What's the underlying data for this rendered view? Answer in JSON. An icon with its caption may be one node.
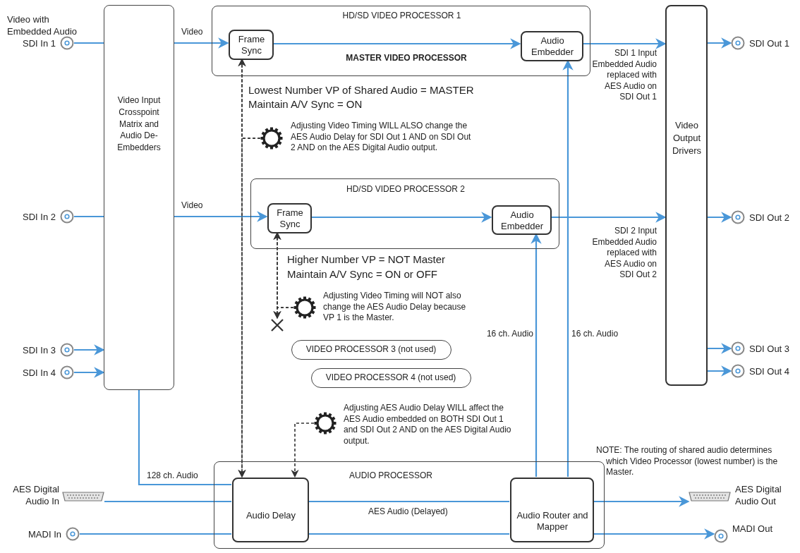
{
  "diagram": {
    "nodes": [
      {
        "text": [
          "SDI In 1"
        ]
      },
      {
        "text": [
          "SDI In 2"
        ]
      },
      {
        "text": [
          "SDI In 3"
        ]
      },
      {
        "text": [
          "SDI In 4"
        ]
      },
      {
        "text": [
          "Video Input Crosspoint Matrix and Audio De-Embedders"
        ]
      },
      {
        "text": [
          "HD/SD VIDEO PROCESSOR 1",
          "MASTER VIDEO PROCESSOR"
        ]
      },
      {
        "text": [
          "Frame Sync"
        ],
        "in": 5
      },
      {
        "text": [
          "Audio Embedder"
        ],
        "in": 5
      },
      {
        "text": [
          "HD/SD VIDEO PROCESSOR 2"
        ]
      },
      {
        "text": [
          "Frame Sync"
        ],
        "in": 8
      },
      {
        "text": [
          "Audio Embedder"
        ],
        "in": 8
      },
      {
        "text": [
          "VIDEO PROCESSOR 3 (not used)"
        ]
      },
      {
        "text": [
          "VIDEO PROCESSOR 4 (not used)"
        ]
      },
      {
        "text": [],
        "shape": "circle",
        "beside": [
          "Adjusting Video Timing WILL ALSO change the AES Audio Delay for SDI Out 1 AND on SDI Out 2 AND on the AES Digital Audio output."
        ]
      },
      {
        "text": [],
        "shape": "circle",
        "beside": [
          "Adjusting Video Timing will NOT also change the AES Audio Delay because VP 1 is the Master."
        ]
      },
      {
        "text": [],
        "shape": "cross"
      },
      {
        "text": [],
        "shape": "circle",
        "beside": [
          "Adjusting AES Audio Delay WILL affect the AES Audio embedded on BOTH SDI Out 1 and SDI Out 2 AND on the AES Digital Audio output."
        ]
      },
      {
        "text": [
          "Video Output Drivers"
        ]
      },
      {
        "text": [
          "SDI Out 1"
        ]
      },
      {
        "text": [
          "SDI Out 2"
        ]
      },
      {
        "text": [
          "SDI Out 3"
        ]
      },
      {
        "text": [
          "SDI Out 4"
        ]
      },
      {
        "text": [
          "AUDIO PROCESSOR"
        ]
      },
      {
        "text": [
          "Audio Delay"
        ],
        "in": 22
      },
      {
        "text": [
          "Audio Router and Mapper"
        ],
        "in": 22
      },
      {
        "text": [
          "AES Digital Audio In"
        ]
      },
      {
        "text": [
          "MADI In"
        ]
      },
      {
        "text": [
          "AES Digital Audio Out"
        ]
      },
      {
        "text": [
          "MADI Out"
        ]
      }
    ],
    "edges": [
      {
        "from": 0,
        "to": 4,
        "arrow": "none"
      },
      {
        "from": 4,
        "to": 6,
        "arrow": "to",
        "label": "Video"
      },
      {
        "from": 1,
        "to": 4,
        "arrow": "none"
      },
      {
        "from": 4,
        "to": 9,
        "arrow": "to",
        "label": "Video"
      },
      {
        "from": 2,
        "to": 4,
        "arrow": "to"
      },
      {
        "from": 3,
        "to": 4,
        "arrow": "to"
      },
      {
        "from": 6,
        "to": 7,
        "arrow": "to"
      },
      {
        "from": 9,
        "to": 10,
        "arrow": "to"
      },
      {
        "from": 7,
        "to": 17,
        "arrow": "to"
      },
      {
        "from": 10,
        "to": 17,
        "arrow": "to"
      },
      {
        "from": 17,
        "to": 18,
        "arrow": "to"
      },
      {
        "from": 17,
        "to": 19,
        "arrow": "to"
      },
      {
        "from": 17,
        "to": 20,
        "arrow": "to"
      },
      {
        "from": 17,
        "to": 21,
        "arrow": "to"
      },
      {
        "from": 4,
        "to": 23,
        "arrow": "none",
        "label": "128 ch. Audio"
      },
      {
        "from": 6,
        "to": 23,
        "arrow": "both",
        "style": "dashed",
        "color": "#333333"
      },
      {
        "from": 13,
        "to": 6,
        "arrow": "to",
        "style": "dashed",
        "color": "#333333"
      },
      {
        "from": 9,
        "to": 15,
        "arrow": "both",
        "style": "dashed",
        "color": "#333333"
      },
      {
        "from": 14,
        "to": 9,
        "arrow": "to",
        "style": "dashed",
        "color": "#333333"
      },
      {
        "from": 16,
        "to": 23,
        "arrow": "to",
        "style": "dashed",
        "color": "#333333"
      },
      {
        "from": 25,
        "to": 23,
        "arrow": "none"
      },
      {
        "from": 23,
        "to": 24,
        "arrow": "none",
        "label": "AES Audio (Delayed)"
      },
      {
        "from": 24,
        "to": 27,
        "arrow": "to"
      },
      {
        "from": 24,
        "to": 7,
        "arrow": "to"
      },
      {
        "from": 24,
        "to": 10,
        "arrow": "to"
      },
      {
        "from": 26,
        "to": 23,
        "arrow": "none"
      },
      {
        "from": 23,
        "to": 24,
        "arrow": "none"
      },
      {
        "from": 24,
        "to": 28,
        "arrow": "to"
      },
      {
        "from": 13,
        "to": 23,
        "arrow": "to",
        "style": "dashed",
        "color": "#333333"
      },
      {
        "from": 14,
        "to": 15,
        "arrow": "to",
        "style": "dashed",
        "color": "#333333"
      }
    ],
    "labels": [
      "Video with Embedded Audio",
      "Lowest Number VP of Shared Audio = MASTER",
      "Maintain A/V Sync = ON",
      "SDI 1 Input Embedded Audio replaced with AES Audio on SDI Out 1",
      "Higher Number VP = NOT Master",
      "Maintain A/V Sync = ON or OFF",
      "SDI 2 Input Embedded Audio replaced with AES Audio on SDI Out 2",
      "16 ch. Audio",
      "16 ch. Audio",
      "NOTE: The routing of shared audio determines which Video Processor (lowest number) is the Master."
    ]
  }
}
